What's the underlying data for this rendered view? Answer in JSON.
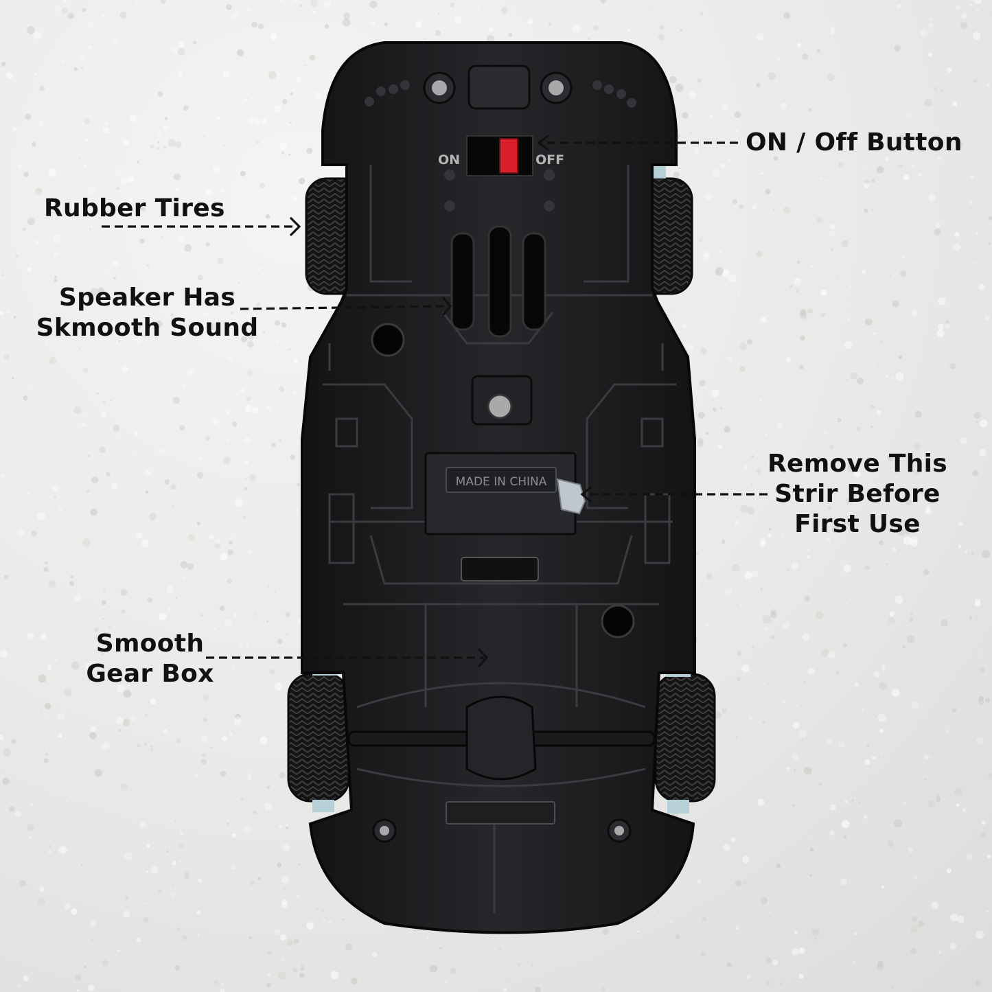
{
  "background_color": "#e9e9e7",
  "car_body_color": "#1b1c1e",
  "tire_accent_color": "#b7cfd6",
  "switch_color": "#d9202a",
  "leader_line_color": "#111111",
  "underside": {
    "switch_on": "ON",
    "switch_off": "OFF",
    "stamp": "MADE IN CHINA"
  },
  "callouts": {
    "on_off": "ON / Off Button",
    "rubber_tires": "Rubber Tires",
    "speaker": "Speaker Has\nSkmooth Sound",
    "remove_strip": "Remove This\nStrir Before\nFirst Use",
    "gear_box": "Smooth\nGear Box"
  }
}
